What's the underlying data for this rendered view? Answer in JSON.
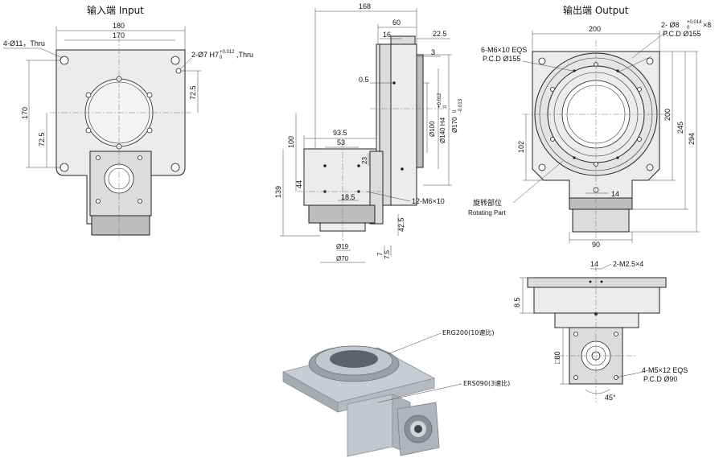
{
  "titles": {
    "input": "输入端  Input",
    "output": "输出端  Output"
  },
  "input_view": {
    "holes_label": "4-Ø11，Thru",
    "pin_label": "2-Ø7 H7",
    "pin_tol_upper": "+0.012",
    "pin_tol_lower": "0",
    "pin_suffix": ",Thru",
    "dims": {
      "w180": "180",
      "w170": "170",
      "h170": "170",
      "h72_5a": "72.5",
      "h72_5b": "72.5"
    }
  },
  "side_view": {
    "dims": {
      "d168": "168",
      "d60": "60",
      "d16": "16",
      "d22_5": "22.5",
      "d3": "3",
      "d0_5": "0.5",
      "d100": "Ø100",
      "d140": "Ø140 H4",
      "d140_tol_upper": "+0.012",
      "d140_tol_lower": "0",
      "d170": "Ø170",
      "d170_tol_upper": "0",
      "d170_tol_lower": "-0.013",
      "d93_5": "93.5",
      "d53": "53",
      "d23": "23",
      "h100": "100",
      "h139": "139",
      "h44": "44",
      "d18_5": "18.5",
      "d42_5": "42.5",
      "d7": "7",
      "d7_5": "7.5",
      "d19": "Ø19",
      "d70": "Ø70"
    },
    "thread_label": "12-M6×10"
  },
  "output_view": {
    "w200": "200",
    "h200": "200",
    "h245": "245",
    "h294": "294",
    "h102": "102",
    "w14": "14",
    "w90": "90",
    "pin_label": "2- Ø8",
    "pin_tol_upper": "+0.014",
    "pin_tol_lower": "0",
    "pin_suffix": "×8",
    "pin_pcd": "P.C.D Ø155",
    "thread_label": "6-M6×10 EQS",
    "thread_pcd": "P.C.D Ø155",
    "rotating_cn": "旋转部位",
    "rotating_en": "Rotating Part"
  },
  "bottom_view": {
    "w14": "14",
    "m2_label": "2-M2.5×4",
    "h8_5": "8.5",
    "sq80": "□80",
    "m5_label": "4-M5×12 EQS",
    "m5_pcd": "P.C.D Ø90",
    "angle": "45°"
  },
  "render": {
    "label_erg": "ERG200(10速比)",
    "label_ers": "ERS090(3速比)"
  }
}
